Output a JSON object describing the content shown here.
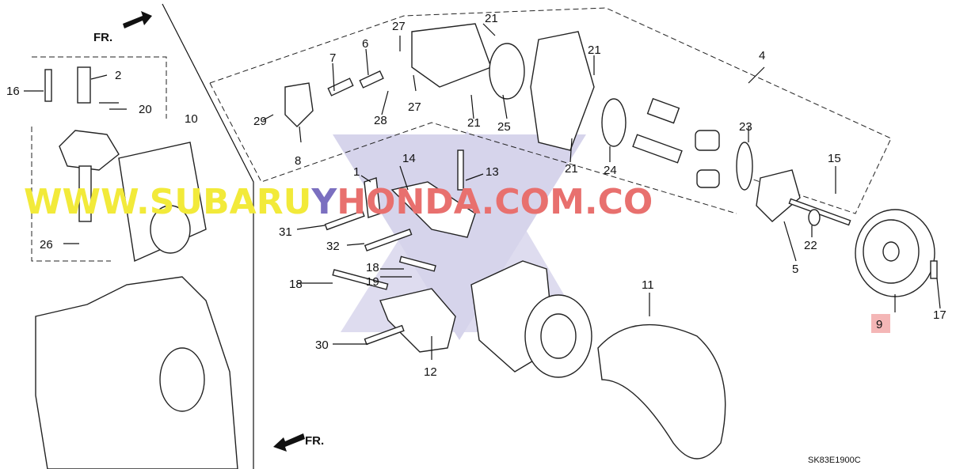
{
  "diagram": {
    "code": "SK83E1900C",
    "direction_labels": {
      "top": "FR.",
      "bottom": "FR."
    },
    "highlighted_part": "9",
    "highlight_color": "#f4b6b6",
    "callouts": {
      "p1": "1",
      "p2": "2",
      "p4": "4",
      "p5": "5",
      "p6": "6",
      "p7": "7",
      "p8": "8",
      "p9": "9",
      "p10": "10",
      "p11": "11",
      "p12": "12",
      "p13": "13",
      "p14": "14",
      "p15": "15",
      "p16": "16",
      "p17": "17",
      "p18a": "18",
      "p18b": "18",
      "p19": "19",
      "p20": "20",
      "p21a": "21",
      "p21b": "21",
      "p21c": "21",
      "p21d": "21",
      "p22": "22",
      "p23": "23",
      "p24": "24",
      "p25": "25",
      "p26": "26",
      "p27a": "27",
      "p27b": "27",
      "p28": "28",
      "p29": "29",
      "p30": "30",
      "p31": "31",
      "p32": "32"
    }
  },
  "watermark": {
    "part1": "WWW.SUBARU",
    "part2": "Y",
    "part3": "HONDA.COM.CO",
    "colors": {
      "part1": "#f2ea3a",
      "part2": "#7b6fc0",
      "part3": "#e8706e"
    }
  }
}
